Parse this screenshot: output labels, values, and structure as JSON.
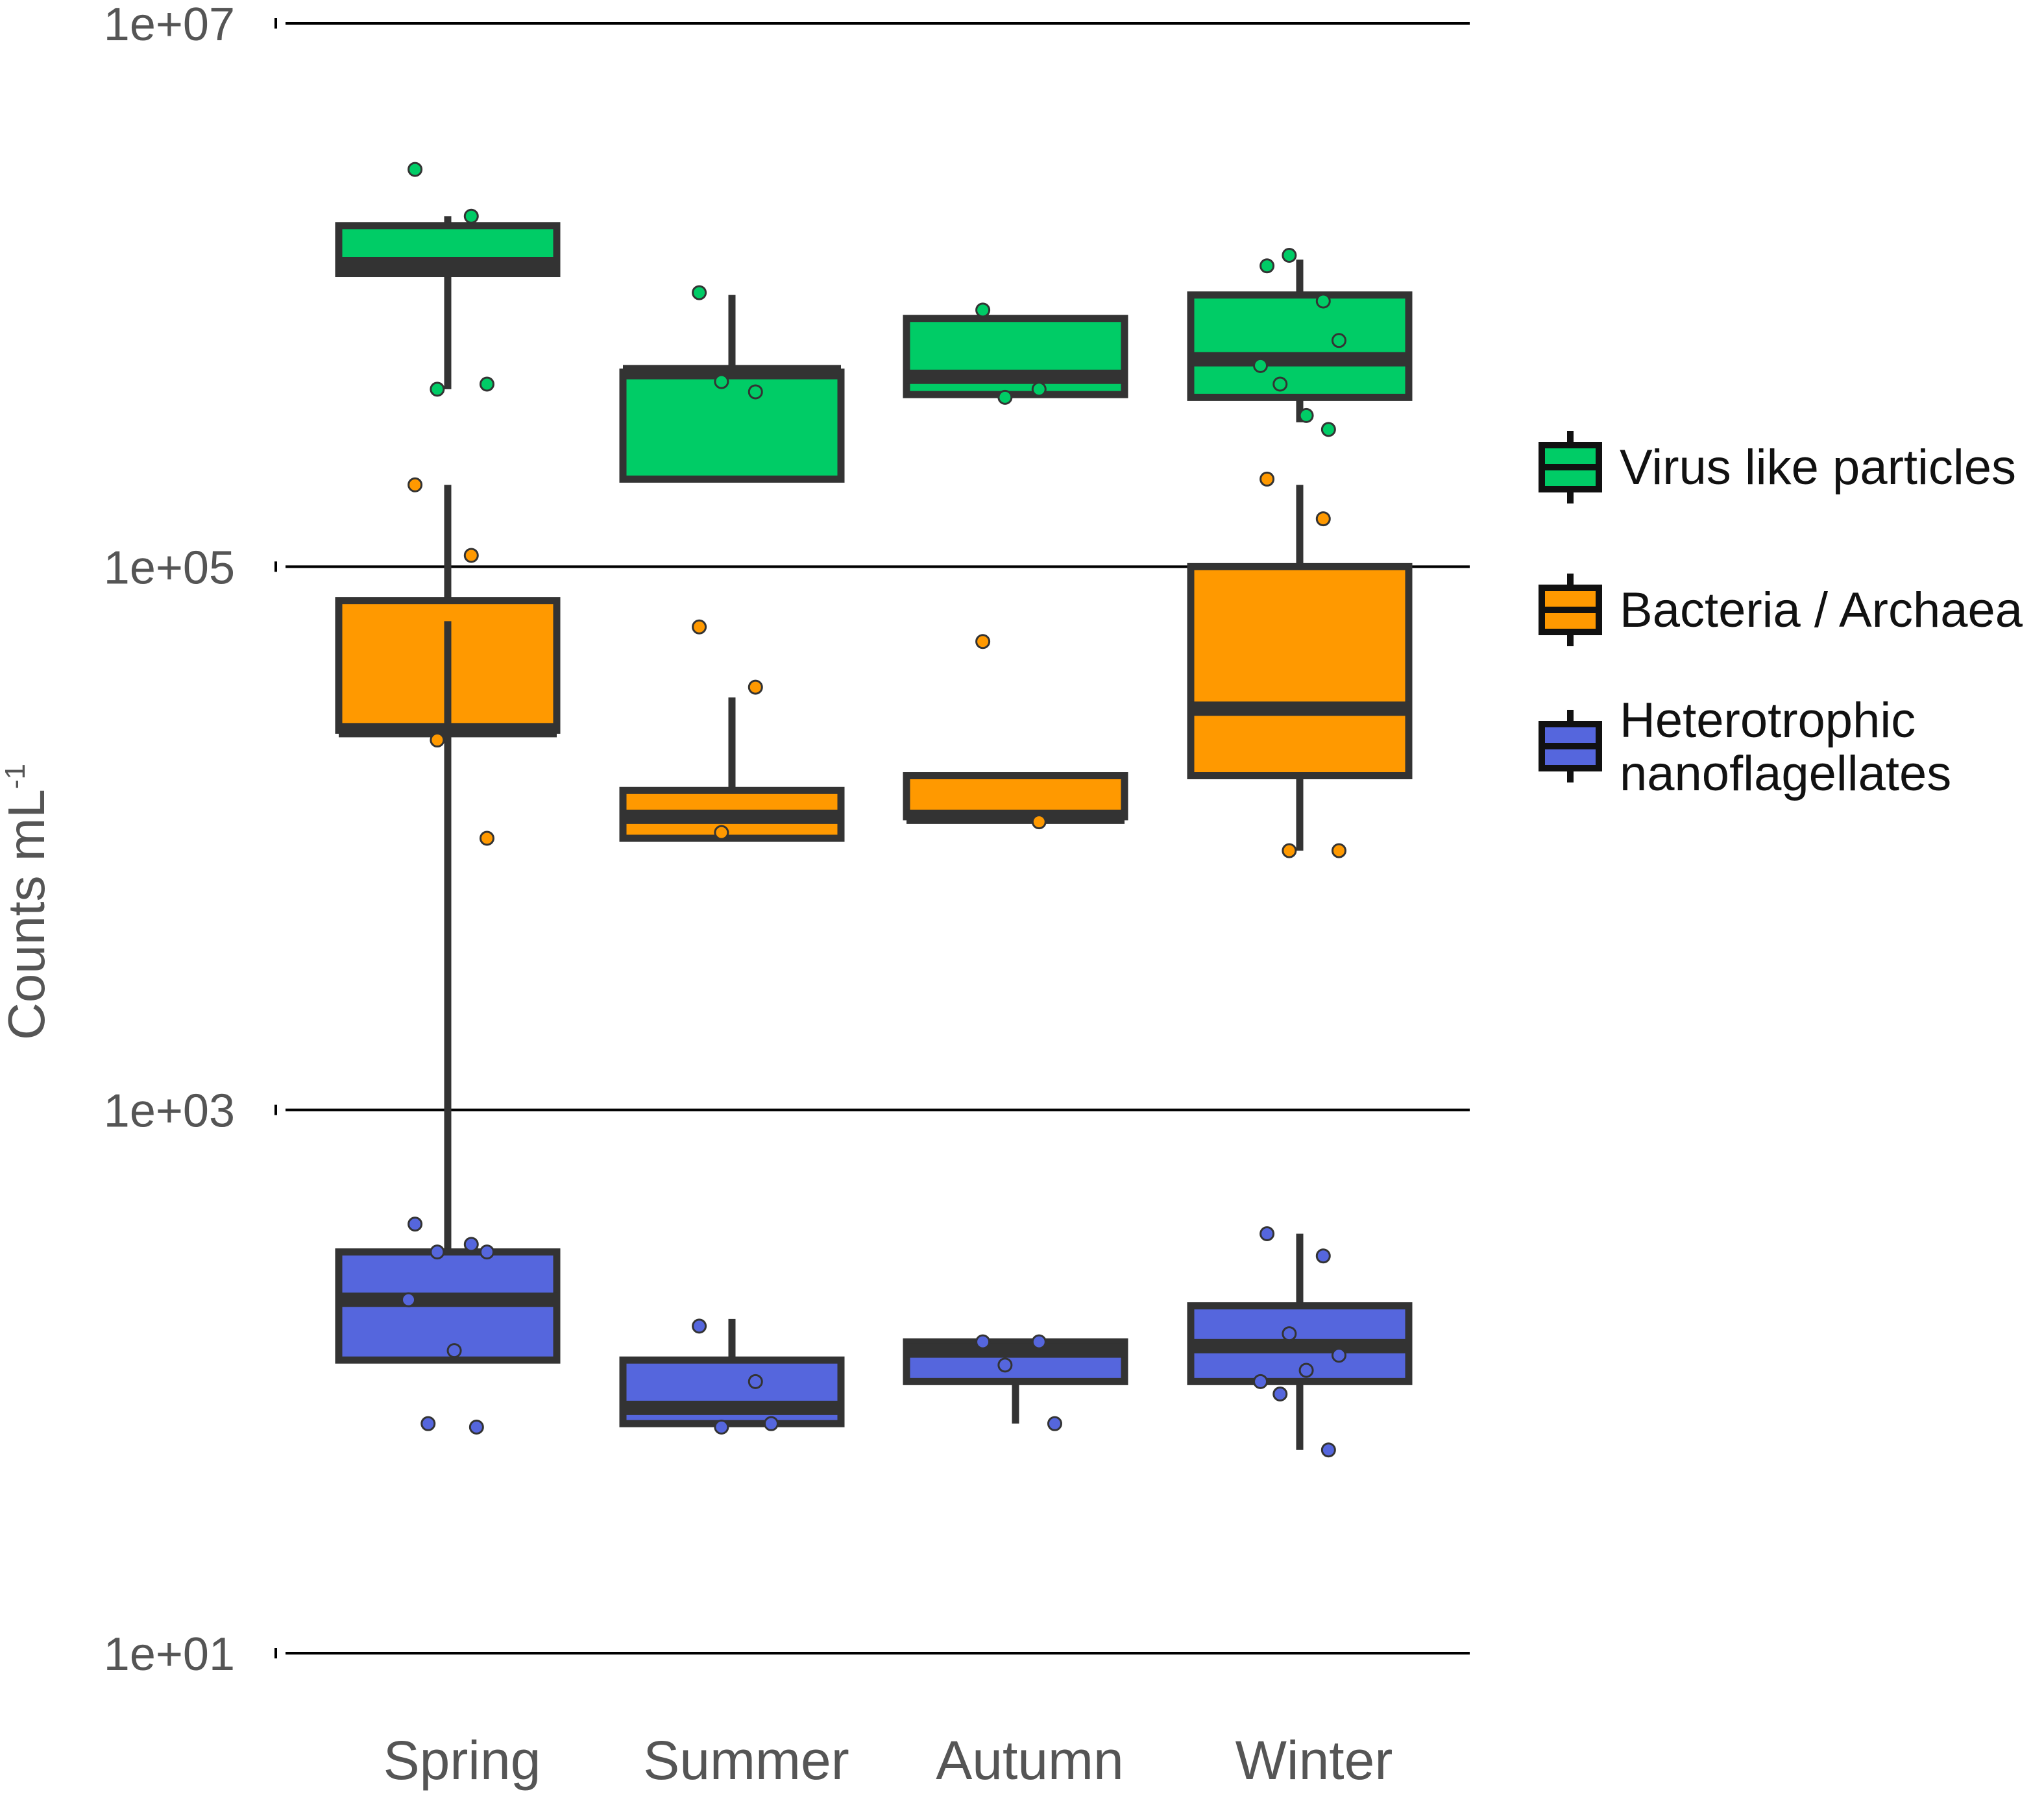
{
  "chart_data": {
    "type": "box",
    "ylabel": {
      "main": "Counts mL",
      "sup": "-1"
    },
    "yscale": "log",
    "ylim": [
      10,
      10000000
    ],
    "yticks": [
      "1e+01",
      "1e+03",
      "1e+05",
      "1e+07"
    ],
    "ytick_values": [
      10,
      1000,
      100000,
      10000000
    ],
    "categories": [
      "Spring",
      "Summer",
      "Autumn",
      "Winter"
    ],
    "grid": "horizontal lines at major ticks",
    "legend_position": "right",
    "series": [
      {
        "name": "Virus like particles",
        "color": "#00cc66",
        "boxes": [
          {
            "min": 450000,
            "q1": 1200000,
            "median": 1300000,
            "q3": 1800000,
            "max": 1950000,
            "points": [
              2900000,
              1950000,
              450000,
              470000
            ]
          },
          {
            "min": 420000,
            "q1": 210000,
            "median": 520000,
            "q3": 520000,
            "max": 1000000,
            "points": [
              1020000,
              440000,
              480000
            ]
          },
          {
            "min": 430000,
            "q1": 430000,
            "median": 500000,
            "q3": 820000,
            "max": 820000,
            "points": [
              880000,
              450000,
              420000
            ]
          },
          {
            "min": 340000,
            "q1": 420000,
            "median": 580000,
            "q3": 1000000,
            "max": 1350000,
            "points": [
              1280000,
              950000,
              1400000,
              680000,
              550000,
              360000,
              470000,
              320000
            ]
          }
        ]
      },
      {
        "name": "Bacteria / Archaea",
        "color": "#ff9900",
        "boxes": [
          {
            "min": 10000,
            "q1": 25000,
            "median": 25000,
            "q3": 75000,
            "max": 200000,
            "points": [
              200000,
              110000,
              23000,
              10000
            ]
          },
          {
            "min": 10000,
            "q1": 10000,
            "median": 12000,
            "q3": 15000,
            "max": 33000,
            "points": [
              60000,
              36000,
              10500
            ]
          },
          {
            "min": 12000,
            "q1": 12000,
            "median": 12000,
            "q3": 17000,
            "max": 17000,
            "points": [
              53000,
              11500
            ]
          },
          {
            "min": 9000,
            "q1": 17000,
            "median": 30000,
            "q3": 100000,
            "max": 200000,
            "points": [
              210000,
              150000,
              9000,
              9000
            ]
          }
        ]
      },
      {
        "name": "Heterotrophic nanoflagellates",
        "color": "#5566dd",
        "boxes": [
          {
            "min": 63000,
            "q1": 120,
            "median": 200,
            "q3": 300,
            "max": 380,
            "points": [
              380,
              320,
              300,
              300,
              200,
              130,
              70,
              68
            ]
          },
          {
            "min": 70,
            "q1": 70,
            "median": 80,
            "q3": 120,
            "max": 170,
            "points": [
              160,
              100,
              68,
              70
            ]
          },
          {
            "min": 70,
            "q1": 100,
            "median": 130,
            "q3": 140,
            "max": 140,
            "points": [
              140,
              140,
              115,
              70
            ]
          },
          {
            "min": 56,
            "q1": 100,
            "median": 135,
            "q3": 190,
            "max": 350,
            "points": [
              350,
              290,
              150,
              125,
              100,
              110,
              90,
              56
            ]
          }
        ]
      }
    ]
  }
}
